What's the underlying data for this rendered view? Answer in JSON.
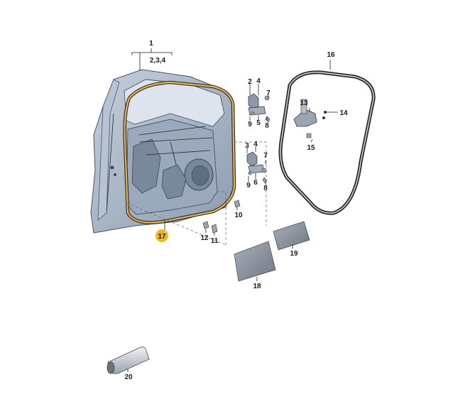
{
  "diagram": {
    "callouts": [
      {
        "id": "c1",
        "text": "1"
      },
      {
        "id": "c234",
        "text": "2,3,4"
      },
      {
        "id": "c16",
        "text": "16"
      },
      {
        "id": "c2a",
        "text": "2"
      },
      {
        "id": "c4a",
        "text": "4"
      },
      {
        "id": "c7a",
        "text": "7"
      },
      {
        "id": "c9a",
        "text": "9"
      },
      {
        "id": "c5a",
        "text": "5"
      },
      {
        "id": "c8a",
        "text": "8"
      },
      {
        "id": "c13",
        "text": "13"
      },
      {
        "id": "c14",
        "text": "14"
      },
      {
        "id": "c15",
        "text": "15"
      },
      {
        "id": "c3b",
        "text": "3"
      },
      {
        "id": "c4b",
        "text": "4"
      },
      {
        "id": "c7b",
        "text": "7"
      },
      {
        "id": "c9b",
        "text": "9"
      },
      {
        "id": "c6b",
        "text": "6"
      },
      {
        "id": "c8b",
        "text": "8"
      },
      {
        "id": "c10",
        "text": "10"
      },
      {
        "id": "c17",
        "text": "17",
        "highlighted": true
      },
      {
        "id": "c12",
        "text": "12"
      },
      {
        "id": "c11",
        "text": "11"
      },
      {
        "id": "c19",
        "text": "19"
      },
      {
        "id": "c18",
        "text": "18"
      },
      {
        "id": "c20",
        "text": "20"
      }
    ],
    "colors": {
      "door_fill": "#aab7c8",
      "door_dark": "#7d8da3",
      "seal_highlight": "#e8b54a",
      "seal_dark": "#2b2b2b",
      "pad_fill": "#8f97a4",
      "callout_badge": "#f2b822"
    }
  }
}
